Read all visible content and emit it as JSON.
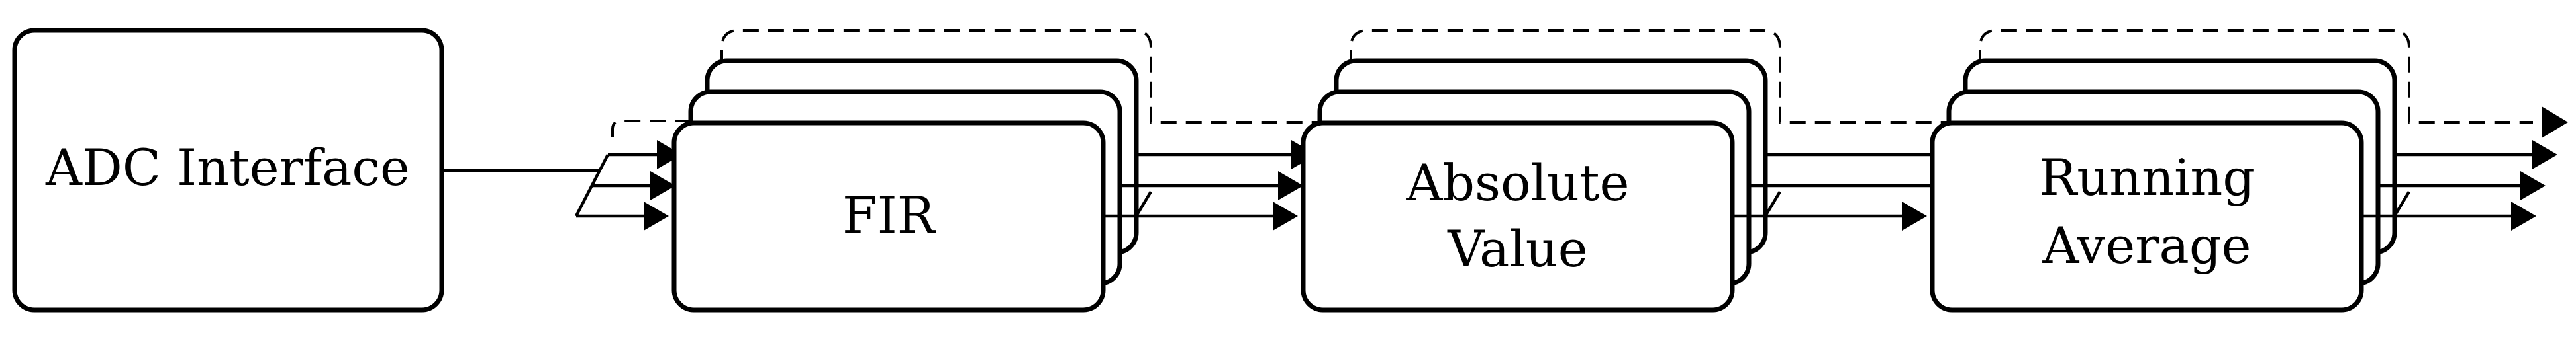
{
  "diagram": {
    "blocks": [
      {
        "id": "adc",
        "label": [
          "ADC Interface"
        ]
      },
      {
        "id": "fir",
        "label": [
          "FIR"
        ]
      },
      {
        "id": "abs",
        "label": [
          "Absolute",
          "Value"
        ]
      },
      {
        "id": "avg",
        "label": [
          "Running",
          "Average"
        ]
      }
    ],
    "channels": 3,
    "stroke_color": "#000000",
    "fill_color": "#ffffff"
  }
}
